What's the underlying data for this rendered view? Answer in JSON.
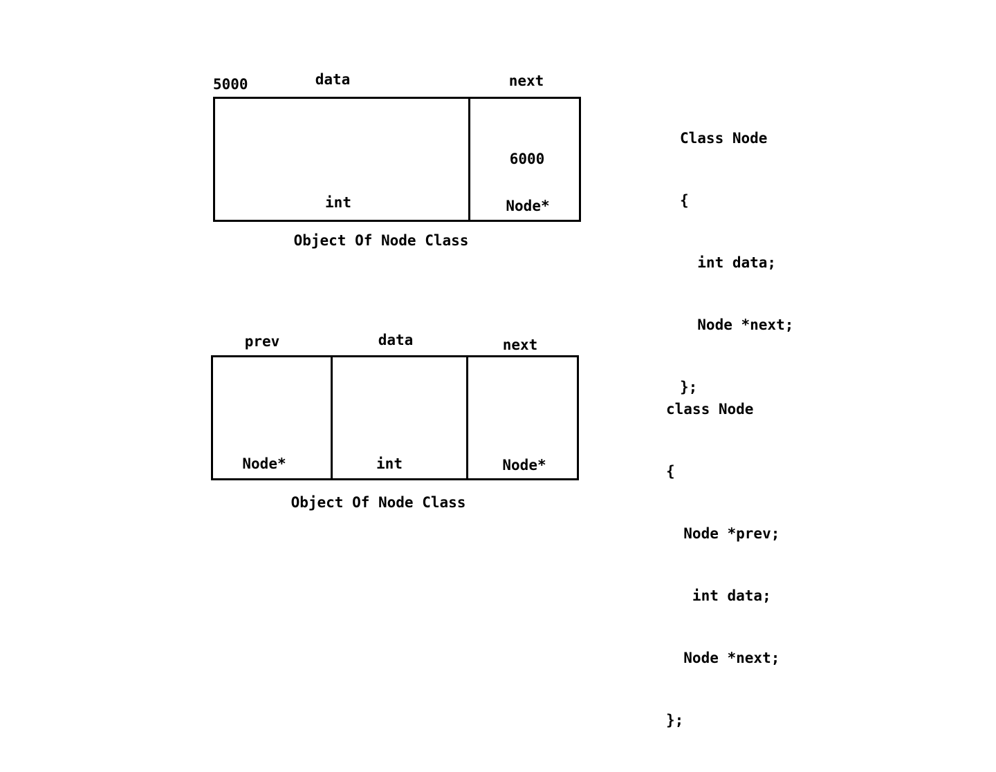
{
  "singly": {
    "address": "5000",
    "field_labels": {
      "data": "data",
      "next": "next"
    },
    "cells": {
      "data": {
        "value": "",
        "type": "int"
      },
      "next": {
        "value": "6000",
        "type": "Node*"
      }
    },
    "caption": "Object Of Node Class",
    "code": [
      "Class Node",
      "{",
      "  int data;",
      "  Node *next;",
      "};"
    ]
  },
  "doubly": {
    "field_labels": {
      "prev": "prev",
      "data": "data",
      "next": "next"
    },
    "cells": {
      "prev": {
        "type": "Node*"
      },
      "data": {
        "type": "int"
      },
      "next": {
        "type": "Node*"
      }
    },
    "caption": "Object Of Node Class",
    "code": [
      "class Node",
      "{",
      "  Node *prev;",
      "   int data;",
      "  Node *next;",
      "};"
    ]
  }
}
